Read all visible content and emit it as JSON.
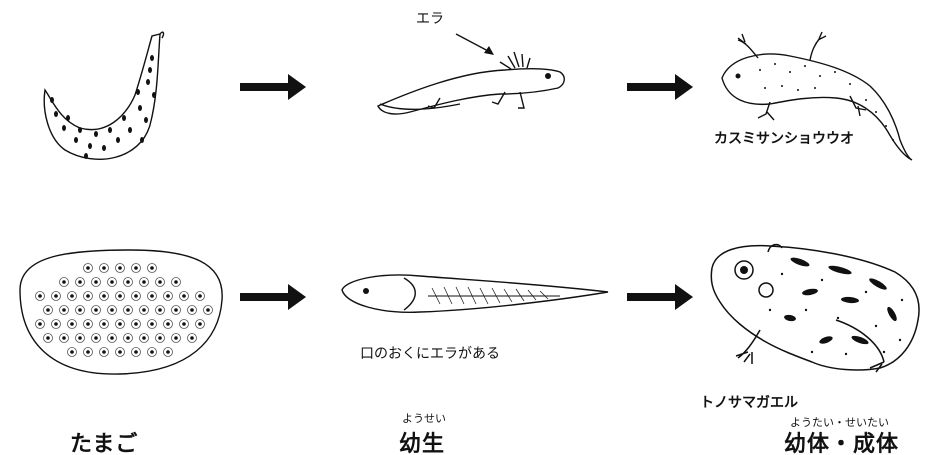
{
  "annotations": {
    "gill_label": "エラ",
    "tadpole_note": "口のおくにエラがある"
  },
  "species": {
    "salamander": "カスミサンショウウオ",
    "frog": "トノサマガエル"
  },
  "stages": {
    "egg": {
      "label": "たまご"
    },
    "larva": {
      "label": "幼生",
      "reading": "ようせい"
    },
    "adult": {
      "label": "幼体・成体",
      "reading": "ようたい・せいたい"
    }
  }
}
